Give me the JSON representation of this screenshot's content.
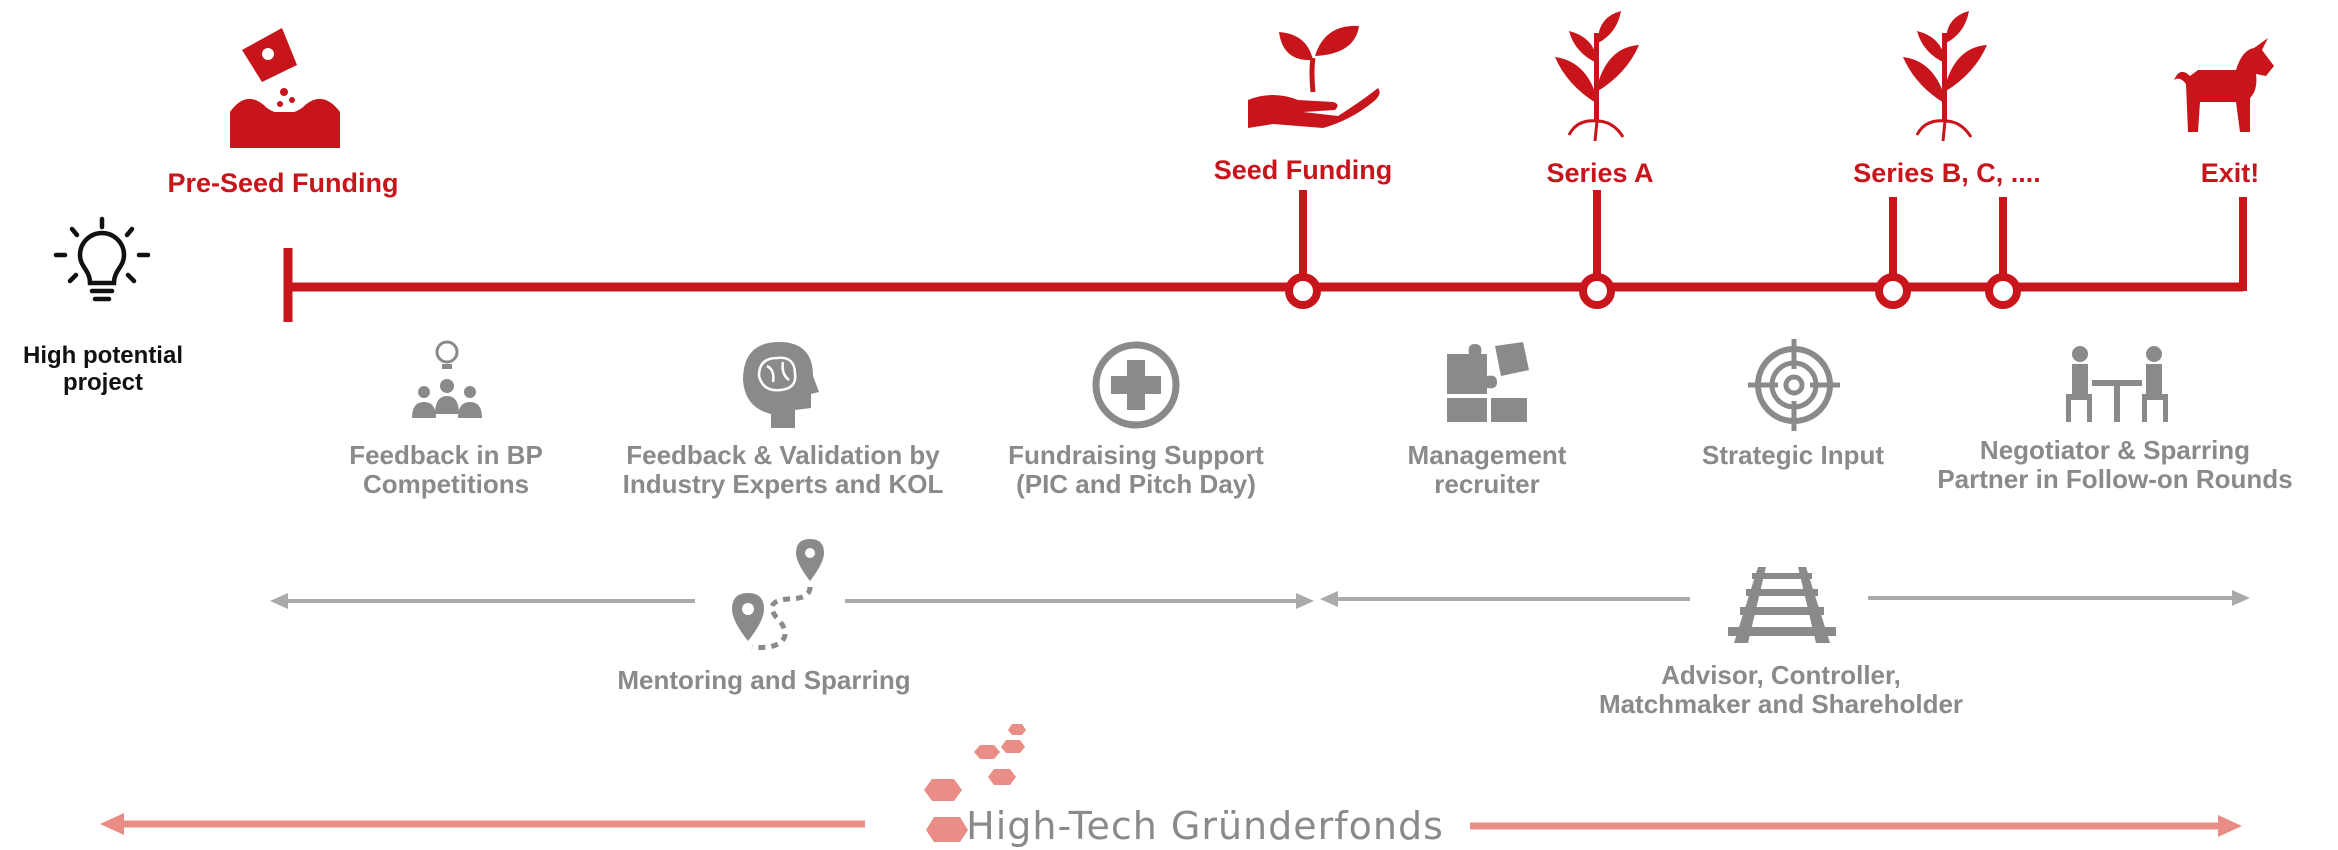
{
  "start": {
    "label_line1": "High potential",
    "label_line2": "project"
  },
  "milestones": {
    "pre_seed": "Pre-Seed Funding",
    "seed": "Seed Funding",
    "series_a": "Series A",
    "series_bc": "Series B, C, ....",
    "exit": "Exit!"
  },
  "support": {
    "bp_competitions": {
      "line1": "Feedback in BP",
      "line2": "Competitions"
    },
    "experts": {
      "line1": "Feedback & Validation by",
      "line2": "Industry Experts and KOL"
    },
    "fundraising": {
      "line1": "Fundraising Support",
      "line2": "(PIC and Pitch Day)"
    },
    "management": {
      "line1": "Management",
      "line2": "recruiter"
    },
    "strategic": {
      "line1": "Strategic Input"
    },
    "negotiator": {
      "line1": "Negotiator & Sparring",
      "line2": "Partner in Follow-on Rounds"
    }
  },
  "phases": {
    "mentoring": "Mentoring and Sparring",
    "advisor": {
      "line1": "Advisor, Controller,",
      "line2": "Matchmaker  and Shareholder"
    }
  },
  "brand": {
    "name": "High-Tech Gründerfonds"
  },
  "colors": {
    "accent": "#c8141b",
    "gray": "#8a8a8a",
    "brand_pink": "#e98d86"
  },
  "icons": {
    "start": "lightbulb-icon",
    "pre_seed": "seed-bag-icon",
    "seed": "sprout-in-hand-icon",
    "series_a": "plant-icon",
    "series_bc": "plant-icon",
    "exit": "unicorn-icon",
    "bp": "idea-team-icon",
    "experts": "brain-head-icon",
    "fundraising": "medical-cross-icon",
    "management": "puzzle-icon",
    "strategic": "target-icon",
    "negotiator": "meeting-icon",
    "mentoring": "route-pins-icon",
    "advisor": "rail-track-icon",
    "brand": "hexagon-logo-icon"
  }
}
